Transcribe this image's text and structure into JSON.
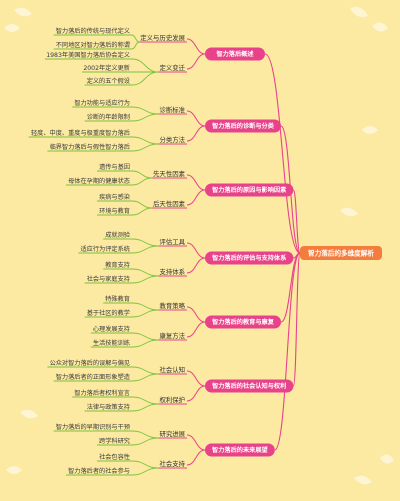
{
  "colors": {
    "background": "#fce9a2",
    "root": "#f47c3c",
    "pill": "#e8428a",
    "line_pink": "#e8428a",
    "line_green": "#7cc43c"
  },
  "root": {
    "label": "智力落后的多维度解析"
  },
  "branches": [
    {
      "label": "智力落后概述",
      "children": [
        {
          "label": "定义与历史发展",
          "leaves": [
            "智力落后的传统与现代定义",
            "不同地区对智力落后的称谓"
          ]
        },
        {
          "label": "定义变迁",
          "leaves": [
            "1983年美国智力落后协会定义",
            "2002年定义更新",
            "定义的五个假设"
          ]
        }
      ]
    },
    {
      "label": "智力落后的诊断与分类",
      "children": [
        {
          "label": "诊断标准",
          "leaves": [
            "智力功能与适应行为",
            "诊断的年龄限制"
          ]
        },
        {
          "label": "分类方法",
          "leaves": [
            "轻度、中度、重度与极重度智力落后",
            "临界智力落后与假性智力落后"
          ]
        }
      ]
    },
    {
      "label": "智力落后的原因与影响因素",
      "children": [
        {
          "label": "先天性因素",
          "leaves": [
            "遗传与基因",
            "母体在孕期的健康状态"
          ]
        },
        {
          "label": "后天性因素",
          "leaves": [
            "疾病与感染",
            "环境与教育"
          ]
        }
      ]
    },
    {
      "label": "智力落后的评估与支持体系",
      "children": [
        {
          "label": "评估工具",
          "leaves": [
            "成就测验",
            "适应行为评定系统"
          ]
        },
        {
          "label": "支持体系",
          "leaves": [
            "教育支持",
            "社会与家庭支持"
          ]
        }
      ]
    },
    {
      "label": "智力落后的教育与康复",
      "children": [
        {
          "label": "教育策略",
          "leaves": [
            "特殊教育",
            "基于社区的教学"
          ]
        },
        {
          "label": "康复方法",
          "leaves": [
            "心理发展支持",
            "生活技能训练"
          ]
        }
      ]
    },
    {
      "label": "智力落后的社会认知与权利",
      "children": [
        {
          "label": "社会认知",
          "leaves": [
            "公众对智力落后的误解与偏见",
            "智力落后者的正面形象塑造"
          ]
        },
        {
          "label": "权利保护",
          "leaves": [
            "智力落后者权利宣言",
            "法律与政策支持"
          ]
        }
      ]
    },
    {
      "label": "智力落后的未来展望",
      "children": [
        {
          "label": "研究进展",
          "leaves": [
            "智力落后的早期识别与干预",
            "跨学科研究"
          ]
        },
        {
          "label": "社会支持",
          "leaves": [
            "社会包容性",
            "智力落后者的社会参与"
          ]
        }
      ]
    }
  ]
}
